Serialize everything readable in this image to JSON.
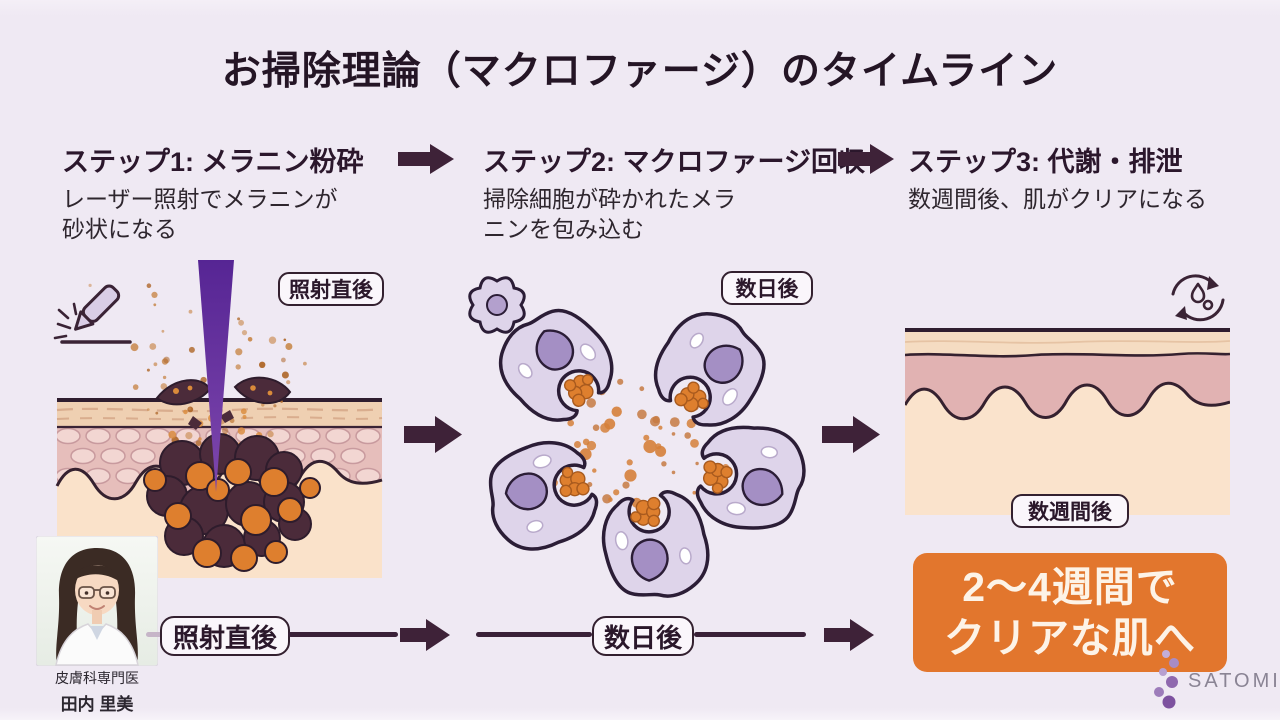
{
  "title": "お掃除理論（マクロファージ）のタイムライン",
  "steps": [
    {
      "heading": "ステップ1: メラニン粉砕",
      "description": "レーザー照射でメラニンが砂状になる",
      "badge": "照射直後"
    },
    {
      "heading": "ステップ2: マクロファージ回収",
      "description": "掃除細胞が砕かれたメラニンを包み込む",
      "badge": "数日後"
    },
    {
      "heading": "ステップ3: 代謝・排泄",
      "description": "数週間後、肌がクリアになる",
      "badge": "数週間後"
    }
  ],
  "timeline": {
    "label1": "照射直後",
    "label2": "数日後",
    "result": {
      "line1": "2〜4週間で",
      "line2": "クリアな肌へ"
    }
  },
  "doctor": {
    "title": "皮膚科専門医",
    "name": "田内 里美"
  },
  "brand": {
    "name": "SATOMI"
  },
  "icons": {
    "laser_pen": "laser-pen-icon",
    "macrophage_cell": "macrophage-cell-icon",
    "metabolism_cycle": "metabolism-cycle-icon",
    "arrow_right": "arrow-right-icon",
    "brand_dots": "satomi-dots-icon"
  },
  "colors": {
    "background": "#efe9f3",
    "accent_dark": "#3a2138",
    "orange_accent": "#e2762d",
    "laser_purple": "#5b2b92",
    "cell_fill": "#ded4ea",
    "cell_nucleus": "#a48fc4",
    "melanin_dark": "#4b2b3a",
    "melanin_orange": "#de7f2e",
    "skin_epidermis": "#efd0b2",
    "skin_dermis": "#e6bebb",
    "skin_hypodermis": "#fae2ca"
  }
}
